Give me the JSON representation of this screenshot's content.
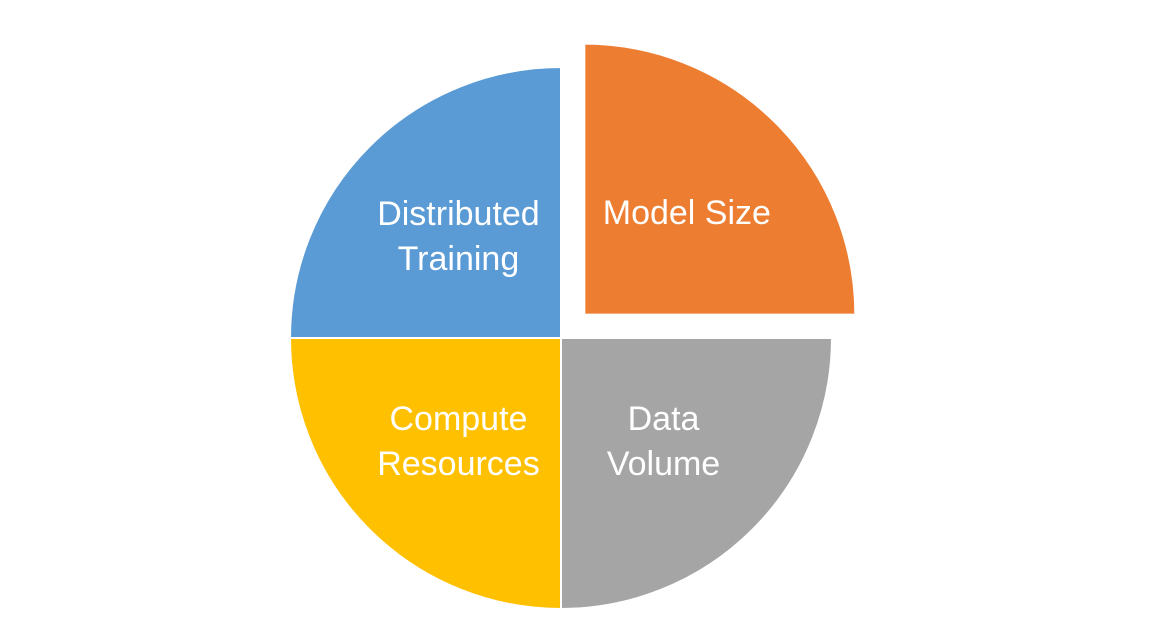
{
  "chart_data": {
    "type": "pie",
    "slices": [
      {
        "lines": [
          "Model Size"
        ],
        "value": 25,
        "color": "#ED7D31",
        "exploded": true
      },
      {
        "lines": [
          "Data",
          "Volume"
        ],
        "value": 25,
        "color": "#A5A5A5",
        "exploded": false
      },
      {
        "lines": [
          "Compute",
          "Resources"
        ],
        "value": 25,
        "color": "#FFC000",
        "exploded": false
      },
      {
        "lines": [
          "Distributed",
          "Training"
        ],
        "value": 25,
        "color": "#5B9BD5",
        "exploded": false
      }
    ]
  }
}
